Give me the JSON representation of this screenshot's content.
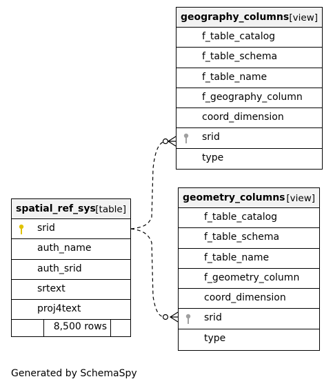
{
  "tables": {
    "geography_columns": {
      "name": "geography_columns",
      "kind": "[view]",
      "columns": [
        "f_table_catalog",
        "f_table_schema",
        "f_table_name",
        "f_geography_column",
        "coord_dimension",
        "srid",
        "type"
      ]
    },
    "spatial_ref_sys": {
      "name": "spatial_ref_sys",
      "kind": "[table]",
      "columns": [
        "srid",
        "auth_name",
        "auth_srid",
        "srtext",
        "proj4text"
      ],
      "rows": "8,500 rows"
    },
    "geometry_columns": {
      "name": "geometry_columns",
      "kind": "[view]",
      "columns": [
        "f_table_catalog",
        "f_table_schema",
        "f_table_name",
        "f_geometry_column",
        "coord_dimension",
        "srid",
        "type"
      ]
    }
  },
  "colors": {
    "primary_key": "#e0c200",
    "foreign_key": "#a0a0a0",
    "header_bg": "#f2f2f2"
  },
  "icons": {
    "primary_key": "key-icon",
    "foreign_key": "key-icon"
  },
  "footer": "Generated by SchemaSpy"
}
